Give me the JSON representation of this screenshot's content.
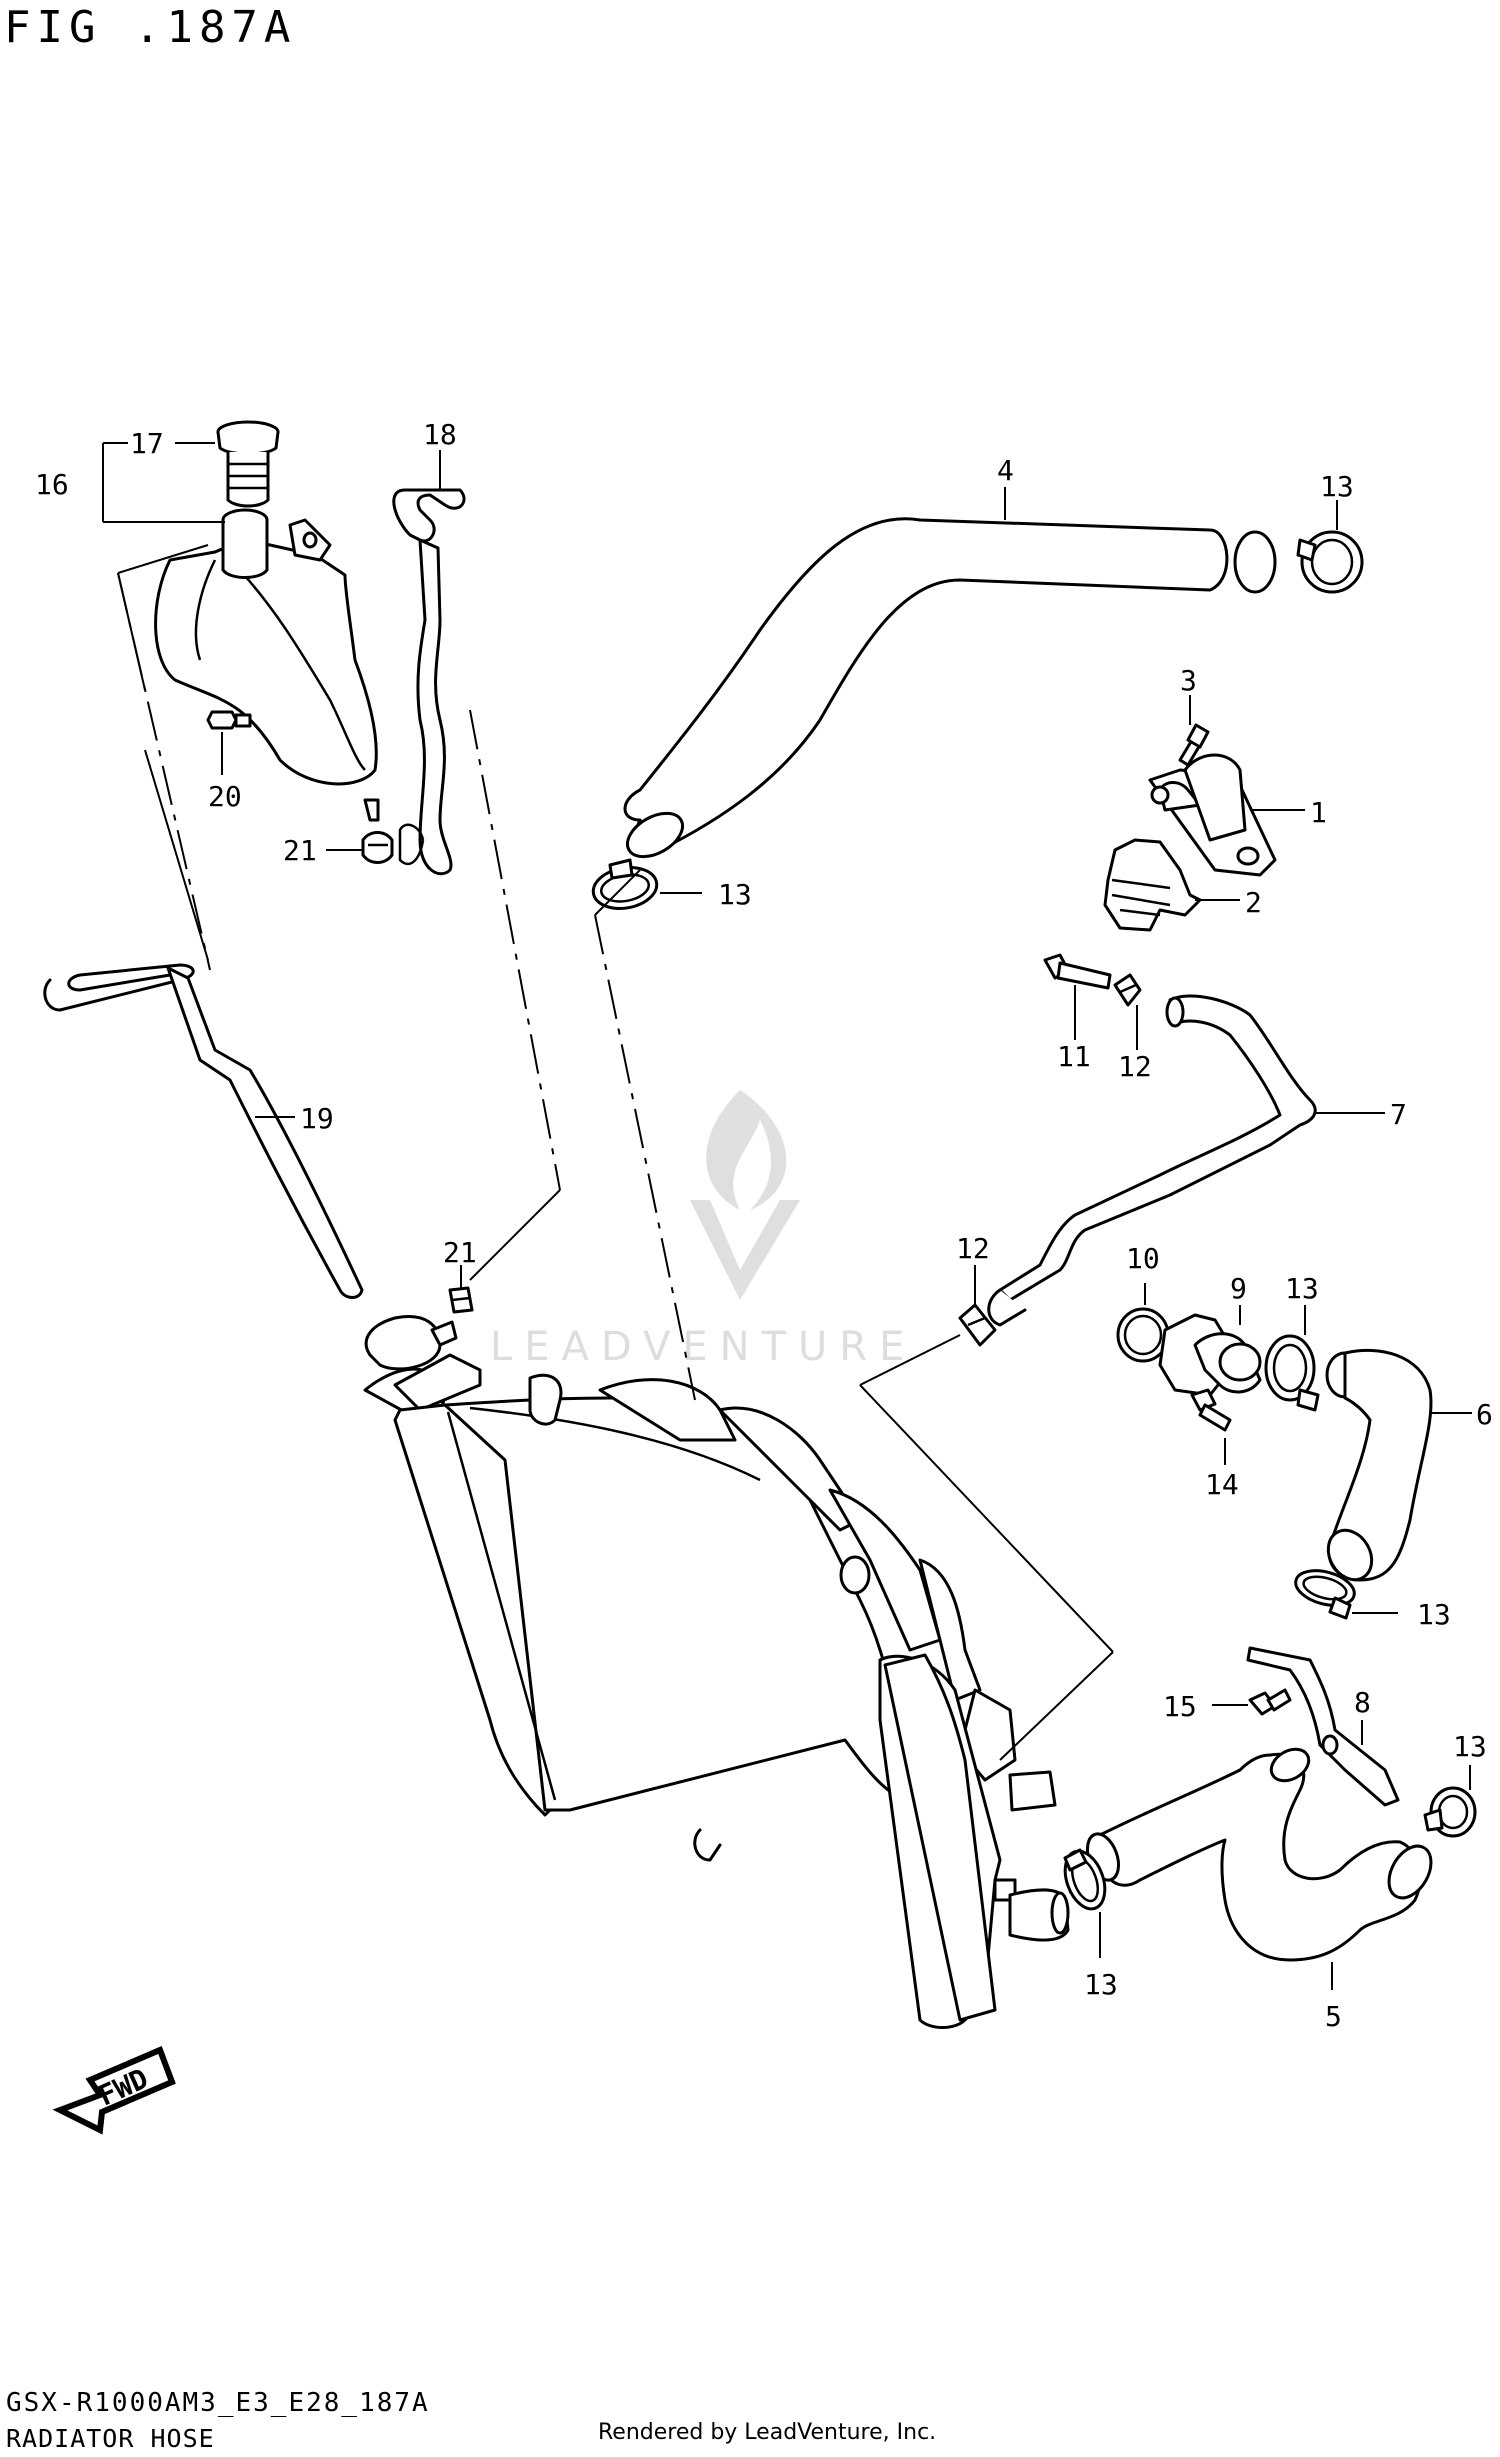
{
  "figure": {
    "title": "FIG .187A",
    "code": "GSX-R1000AM3_E3_E28_187A",
    "caption": "RADIATOR HOSE",
    "credit": "Rendered by LeadVenture, Inc.",
    "watermark": "LEADVENTURE"
  },
  "callouts": {
    "c1": "1",
    "c2": "2",
    "c3": "3",
    "c4": "4",
    "c5": "5",
    "c6": "6",
    "c7": "7",
    "c8": "8",
    "c9": "9",
    "c10": "10",
    "c11": "11",
    "c12a": "12",
    "c12b": "12",
    "c13a": "13",
    "c13b": "13",
    "c13c": "13",
    "c13d": "13",
    "c13e": "13",
    "c13f": "13",
    "c14": "14",
    "c15": "15",
    "c16": "16",
    "c17": "17",
    "c18": "18",
    "c19": "19",
    "c20": "20",
    "c21a": "21",
    "c21b": "21"
  },
  "fwd_label": "FWD",
  "icons": [
    "leadventure-logo",
    "fwd-arrow-icon"
  ]
}
